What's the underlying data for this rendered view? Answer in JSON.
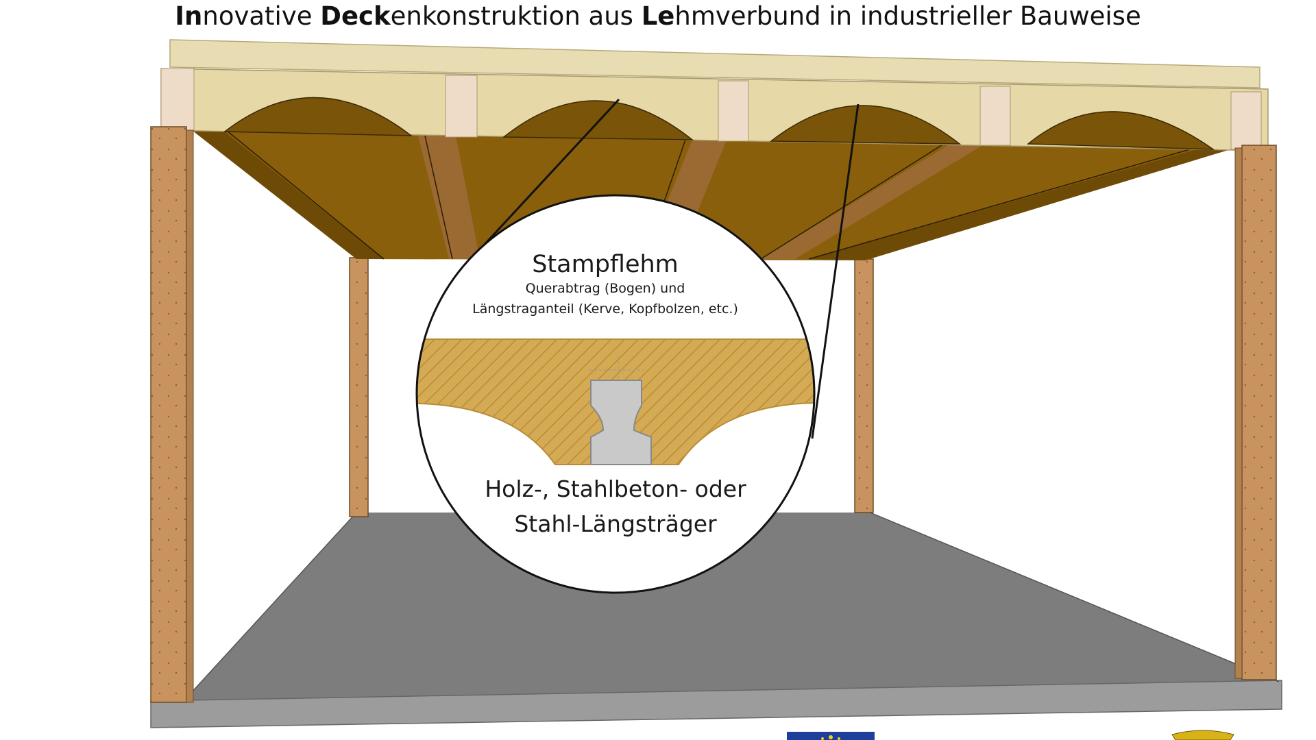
{
  "title": {
    "parts": [
      {
        "text": "In",
        "bold": true
      },
      {
        "text": "novative ",
        "bold": false
      },
      {
        "text": "Deck",
        "bold": true
      },
      {
        "text": "enkonstruktion aus ",
        "bold": false
      },
      {
        "text": "Le",
        "bold": true
      },
      {
        "text": "hmverbund in industrieller Bauweise",
        "bold": false
      }
    ]
  },
  "detail": {
    "heading": "Stampflehm",
    "sub_line1": "Querabtrag (Bogen) und",
    "sub_line2": "Längstraganteil (Kerve, Kopfbolzen, etc.)",
    "beam_line1": "Holz-, Stahlbeton- oder",
    "beam_line2": "Stahl-Längsträger"
  },
  "colors": {
    "clay_dark": "#7a5409",
    "clay_light": "#d4aa55",
    "timber": "#c8935e",
    "top_slab": "#e8ddb2",
    "floor": "#7d7d7d",
    "eu_blue": "#1d3e9a",
    "eu_stars": "#f2d21c"
  },
  "logos": [
    {
      "name": "eu-flag"
    },
    {
      "name": "state-coat-of-arms"
    }
  ]
}
